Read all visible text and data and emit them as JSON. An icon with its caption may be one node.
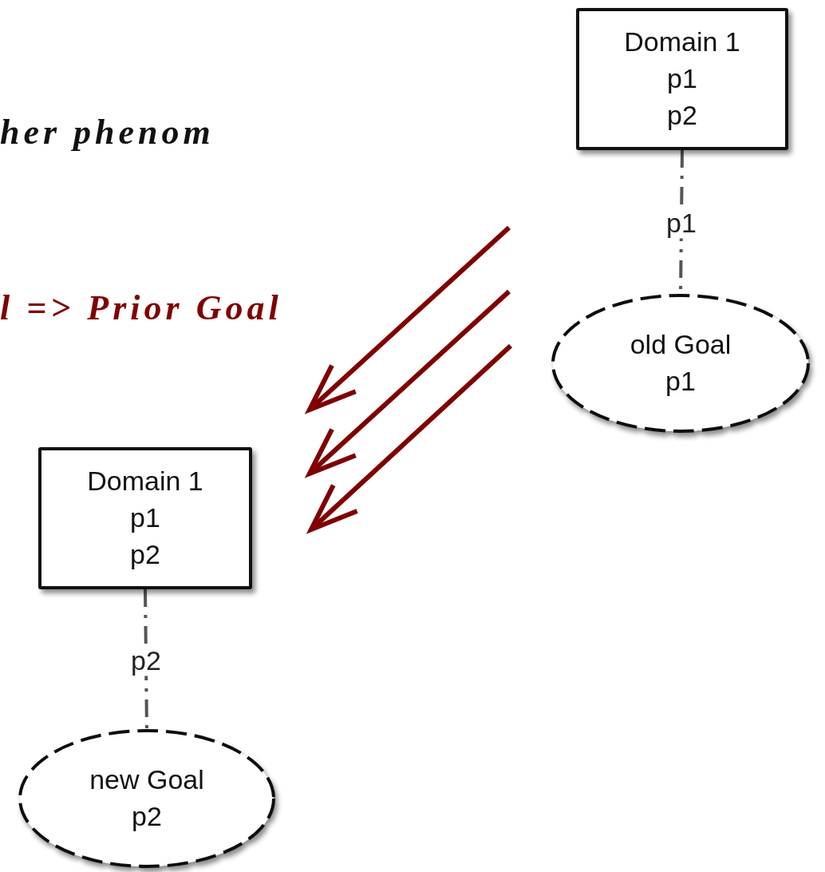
{
  "diagram": {
    "nodes": [
      {
        "text": [
          "Domain 1",
          "p1",
          "p2"
        ]
      },
      {
        "text": [
          "old Goal",
          "p1"
        ]
      },
      {
        "text": [
          "Domain 1",
          "p1",
          "p2"
        ]
      },
      {
        "text": [
          "new Goal",
          "p2"
        ]
      }
    ],
    "edges": [
      {
        "from": 0,
        "to": 1,
        "arrow": "none",
        "label": "p1",
        "style": "dashed"
      },
      {
        "from": 2,
        "to": 3,
        "arrow": "none",
        "label": "p2",
        "style": "dashed"
      }
    ],
    "labels": [
      "her phenom",
      "l => Prior Goal"
    ]
  }
}
